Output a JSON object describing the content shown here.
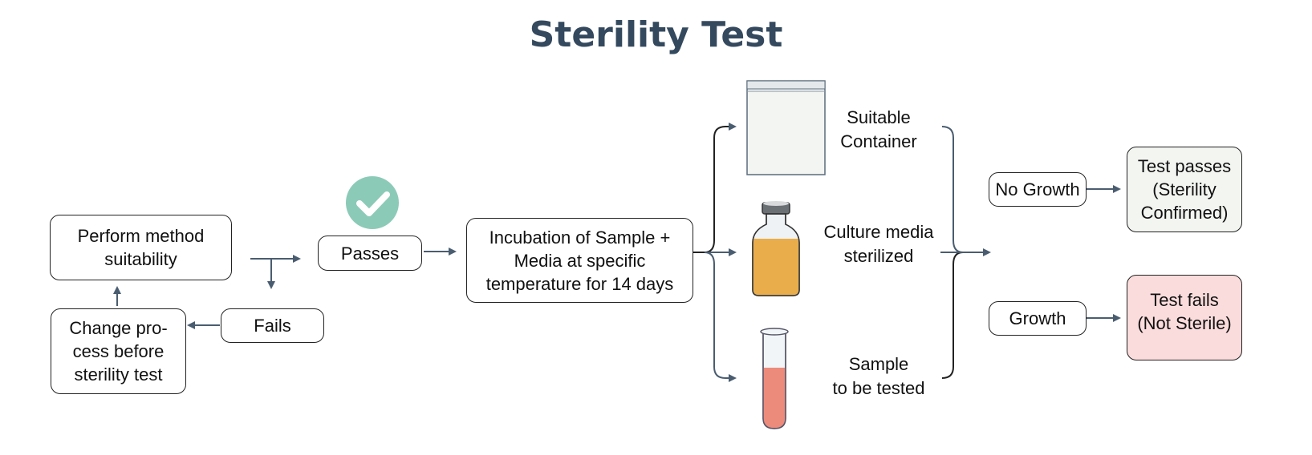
{
  "title": "Sterility Test",
  "colors": {
    "title": "#34495e",
    "arrow": "#4a5d70",
    "check_circle": "#8ccab8",
    "pass_box_fill": "#f3f5f1",
    "fail_box_fill": "#fbdcdc",
    "media_fill": "#e9ad4c",
    "sample_fill": "#ec8a7c"
  },
  "nodes": {
    "method_suitability": "Perform method suitability",
    "change_process": "Change pro-cess before sterility test",
    "passes": "Passes",
    "fails": "Fails",
    "incubation": "Incubation of Sample + Media at specific temperature for 14 days",
    "no_growth": "No Growth",
    "growth": "Growth",
    "test_passes": "Test passes (Sterility Confirmed)",
    "test_fails": "Test fails (Not Sterile)"
  },
  "items": [
    {
      "icon": "container-bag",
      "label_line1": "Suitable",
      "label_line2": "Container"
    },
    {
      "icon": "media-bottle",
      "label_line1": "Culture media",
      "label_line2": "sterilized"
    },
    {
      "icon": "test-tube",
      "label_line1": "Sample",
      "label_line2": "to be tested"
    }
  ],
  "change_lines": [
    "Change pro-",
    "cess before",
    "sterility test"
  ],
  "method_lines": [
    "Perform method",
    "suitability"
  ],
  "incubation_lines": [
    "Incubation of Sample +",
    "Media at specific",
    "temperature for 14 days"
  ],
  "pass_lines": [
    "Test passes",
    "(Sterility",
    "Confirmed)"
  ],
  "fail_lines": [
    "Test fails",
    "(Not Sterile)"
  ]
}
